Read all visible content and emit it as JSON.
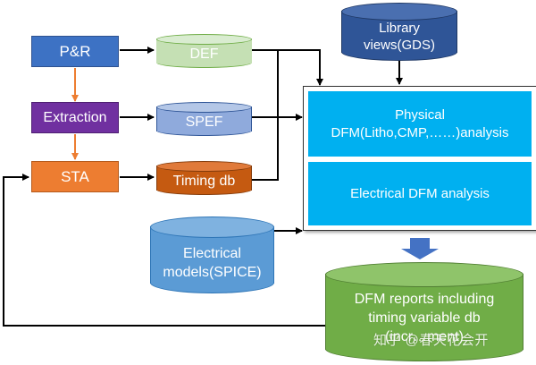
{
  "nodes": {
    "pr": "P&R",
    "extraction": "Extraction",
    "sta": "STA",
    "def": "DEF",
    "spef": "SPEF",
    "timing_db": "Timing db",
    "library_views": [
      "Library",
      "views(GDS)"
    ],
    "physical_dfm": [
      "Physical",
      "DFM(Litho,CMP,……)analysis"
    ],
    "electrical_dfm": "Electrical DFM analysis",
    "electrical_models": [
      "Electrical",
      "models(SPICE)"
    ],
    "dfm_reports": [
      "DFM reports including",
      "timing variable db",
      "(incr…ment)"
    ]
  },
  "watermark": "知乎 @春天花会开",
  "colors": {
    "blue_box": "#3d72c4",
    "purple_box": "#7030a0",
    "orange_box": "#ed7d31",
    "orange_arrow": "#ed7d31",
    "def_green": "#c5e0b4",
    "spef_blue": "#8faadc",
    "timing_brown": "#c55a11",
    "library_blue": "#2f5597",
    "analysis_cyan": "#00b0f0",
    "models_blue": "#5b9bd5",
    "reports_green": "#70ad47",
    "big_arrow": "#4472c4"
  }
}
